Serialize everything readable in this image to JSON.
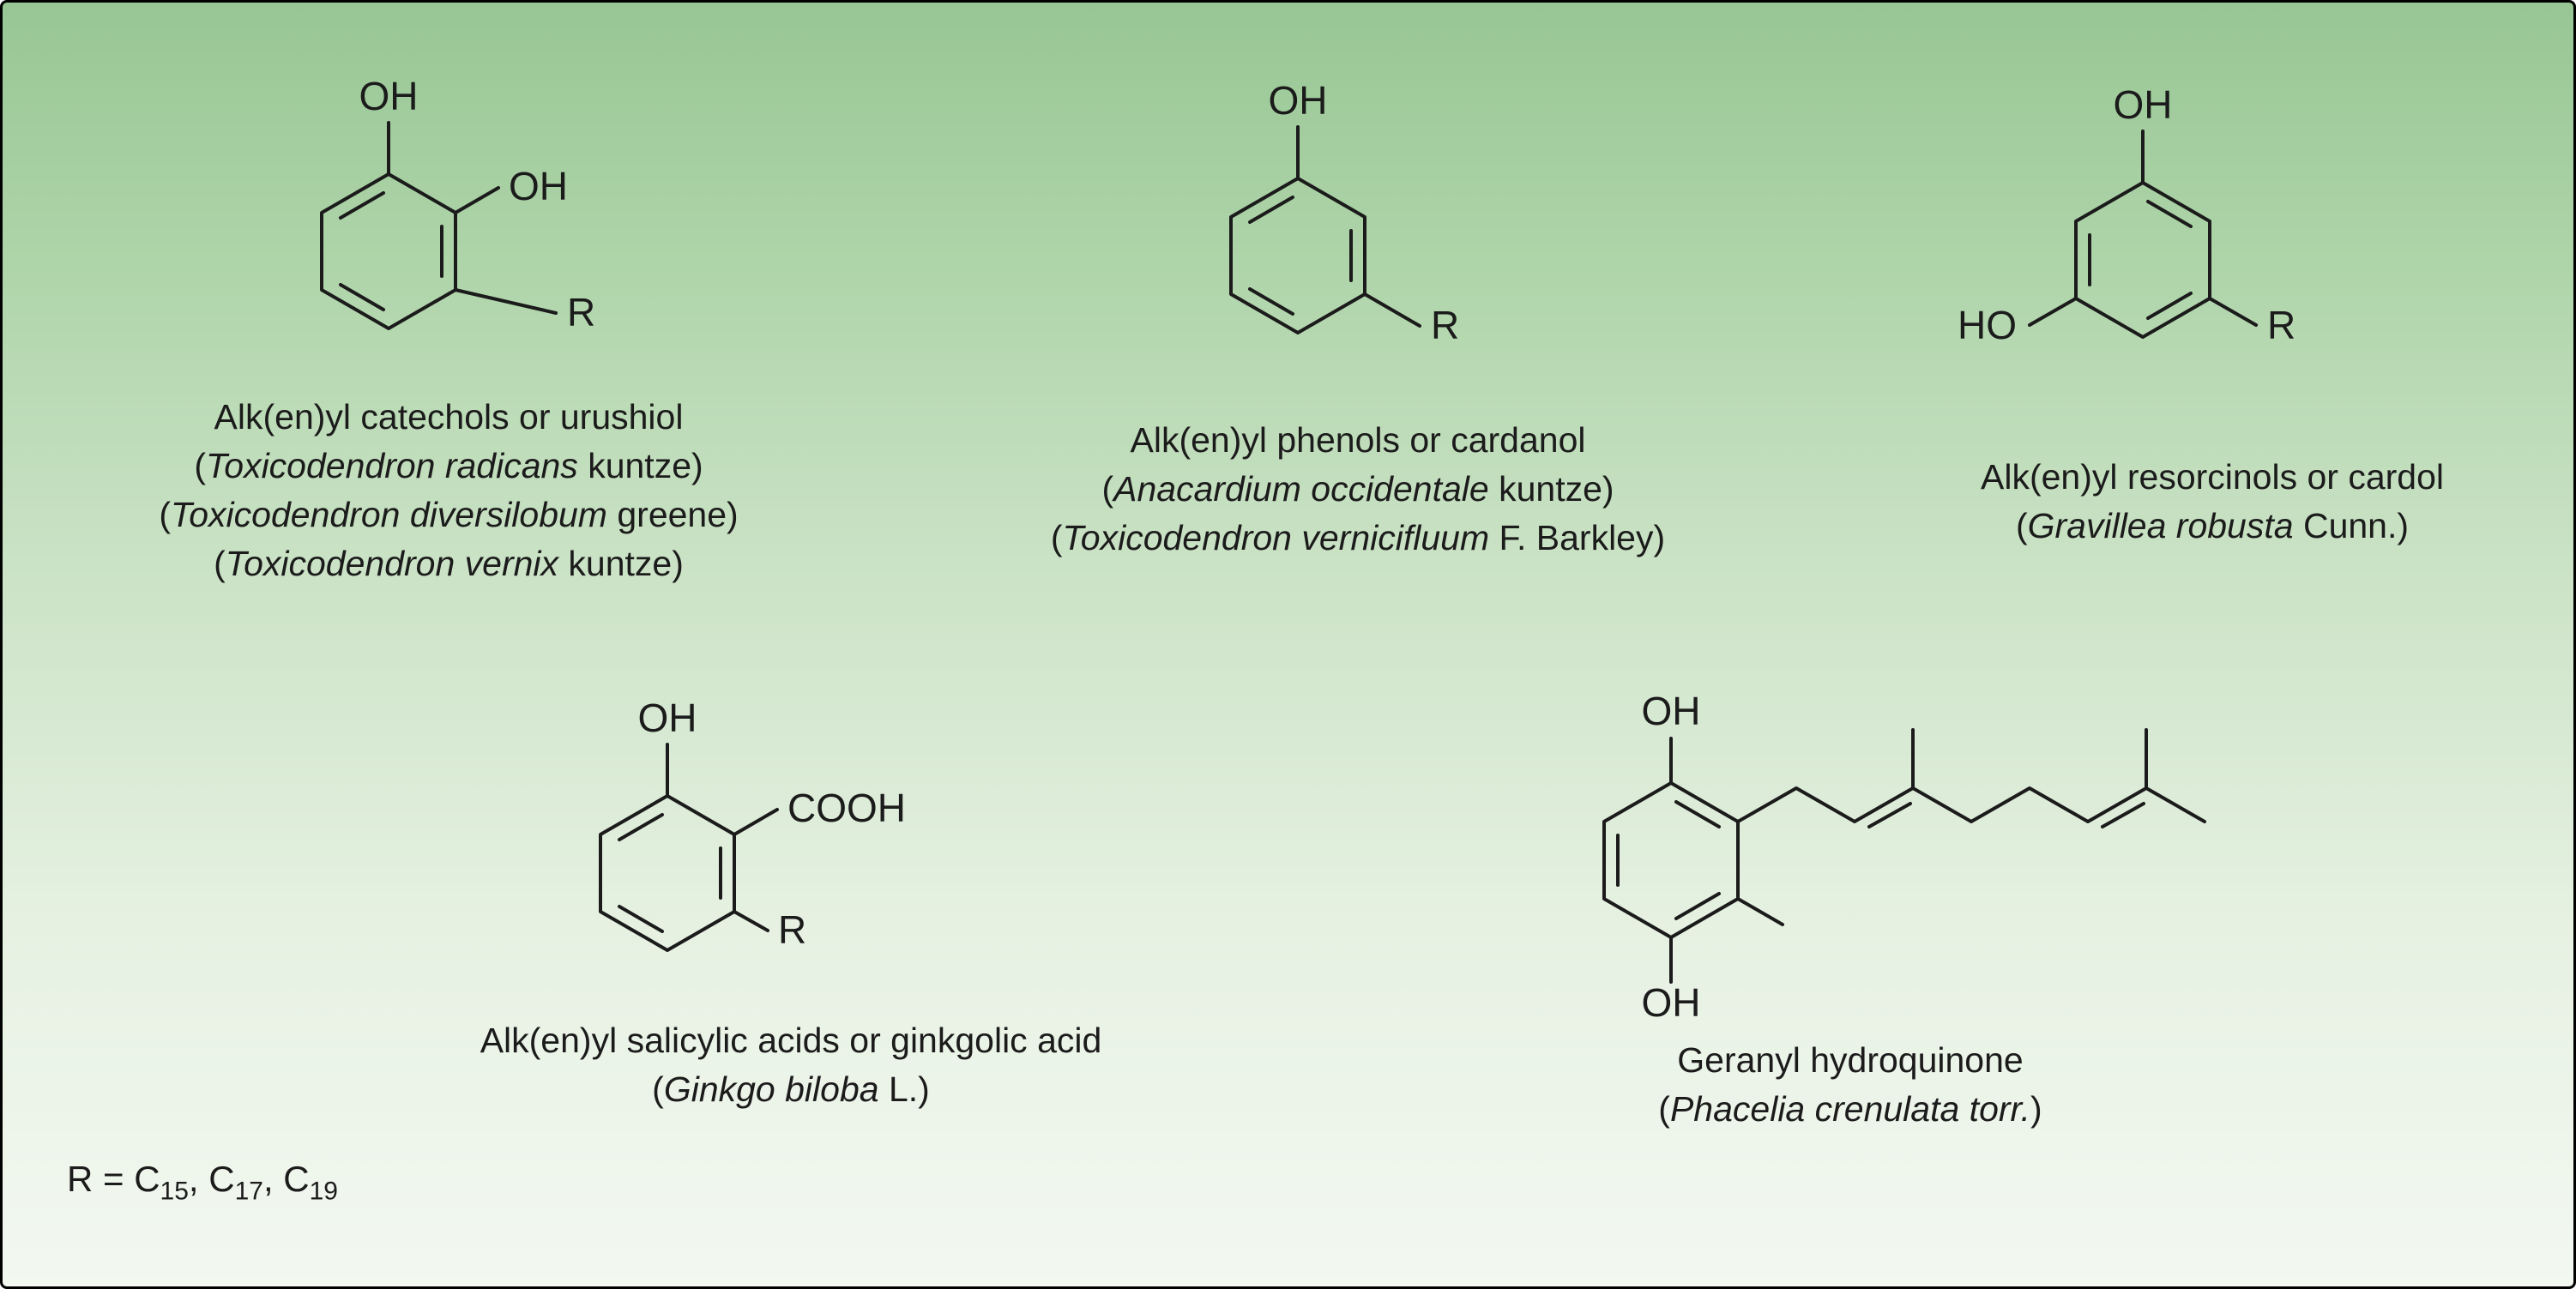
{
  "canvas": {
    "bg_top": "#98c694",
    "bg_bottom": "#f3f8f1",
    "line_color": "#1b1b1b"
  },
  "structures": {
    "catechol": {
      "labels": {
        "oh_top": "OH",
        "oh_ortho": "OH",
        "r": "R"
      },
      "caption": {
        "title": "Alk(en)yl catechols or urushiol",
        "species": [
          {
            "open": "(",
            "italic": "Toxicodendron radicans",
            "rest": " kuntze)"
          },
          {
            "open": "(",
            "italic": "Toxicodendron diversilobum",
            "rest": " greene)"
          },
          {
            "open": "(",
            "italic": "Toxicodendron vernix",
            "rest": " kuntze)"
          }
        ]
      }
    },
    "phenol": {
      "labels": {
        "oh_top": "OH",
        "r": "R"
      },
      "caption": {
        "title": "Alk(en)yl phenols or cardanol",
        "species": [
          {
            "open": "(",
            "italic": "Anacardium occidentale",
            "rest": " kuntze)"
          },
          {
            "open": "(",
            "italic": "Toxicodendron vernicifluum",
            "rest": " F. Barkley)"
          }
        ]
      }
    },
    "resorcinol": {
      "labels": {
        "oh_top": "OH",
        "ho_left": "HO",
        "r": "R"
      },
      "caption": {
        "title": "Alk(en)yl resorcinols or cardol",
        "species": [
          {
            "open": "(",
            "italic": "Gravillea robusta",
            "rest": " Cunn.)"
          }
        ]
      }
    },
    "salicylic": {
      "labels": {
        "oh_top": "OH",
        "cooh": "COOH",
        "r": "R"
      },
      "caption": {
        "title": "Alk(en)yl salicylic acids or ginkgolic acid",
        "species": [
          {
            "open": "(",
            "italic": "Ginkgo biloba",
            "rest": " L.)"
          }
        ]
      }
    },
    "geranyl": {
      "labels": {
        "oh_top": "OH",
        "oh_bottom": "OH"
      },
      "caption": {
        "title": "Geranyl hydroquinone",
        "species": [
          {
            "open": "(",
            "italic": "Phacelia crenulata torr.",
            "rest": ")"
          }
        ]
      }
    }
  },
  "legend": {
    "p1": "R = C",
    "s1": "15",
    "p2": ", C",
    "s2": "17",
    "p3": ", C",
    "s3": "19"
  }
}
